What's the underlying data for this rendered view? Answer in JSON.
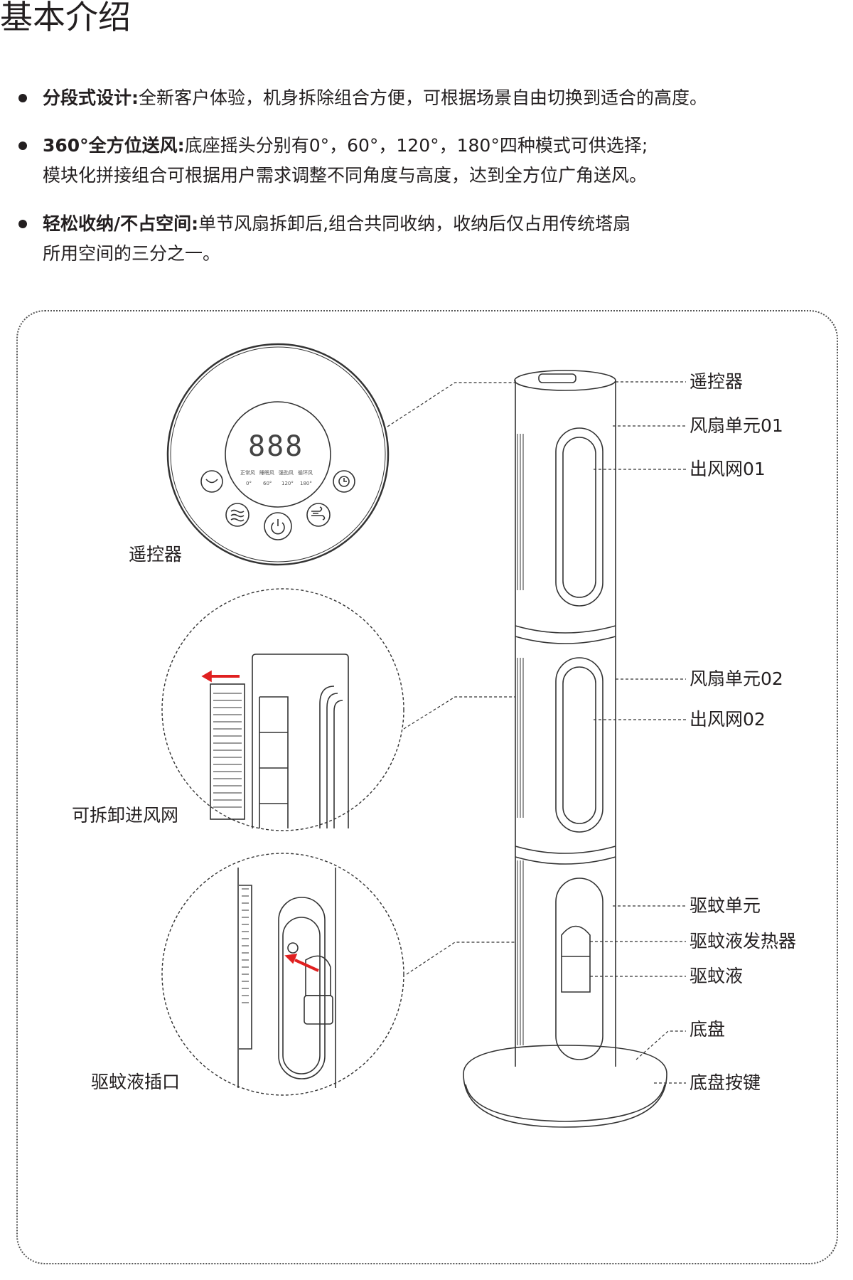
{
  "title": "基本介绍",
  "bullets": [
    {
      "head": "分段式设计:",
      "lines": [
        "全新客户体验，机身拆除组合方便，可根据场景自由切换到适合的高度。"
      ]
    },
    {
      "head": "360°全方位送风:",
      "lines": [
        "底座摇头分别有0°，60°，120°，180°四种模式可供选择;",
        "模块化拼接组合可根据用户需求调整不同角度与高度，达到全方位广角送风。"
      ]
    },
    {
      "head": "轻松收纳/不占空间:",
      "lines": [
        "单节风扇拆卸后,组合共同收纳，收纳后仅占用传统塔扇",
        "所用空间的三分之一。"
      ]
    }
  ],
  "remote": {
    "display": "888",
    "modes": [
      "正常风",
      "睡眠风",
      "强劲风",
      "循环风"
    ],
    "angles": [
      "0°",
      "60°",
      "120°",
      "180°"
    ]
  },
  "left_labels": {
    "remote": "遥控器",
    "intake": "可拆卸进风网",
    "port": "驱蚊液插口"
  },
  "right_labels": [
    "遥控器",
    "风扇单元01",
    "出风网01",
    "风扇单元02",
    "出风网02",
    "驱蚊单元",
    "驱蚊液发热器",
    "驱蚊液",
    "底盘",
    "底盘按键"
  ],
  "colors": {
    "text": "#231f20",
    "arrow": "#e02020"
  }
}
